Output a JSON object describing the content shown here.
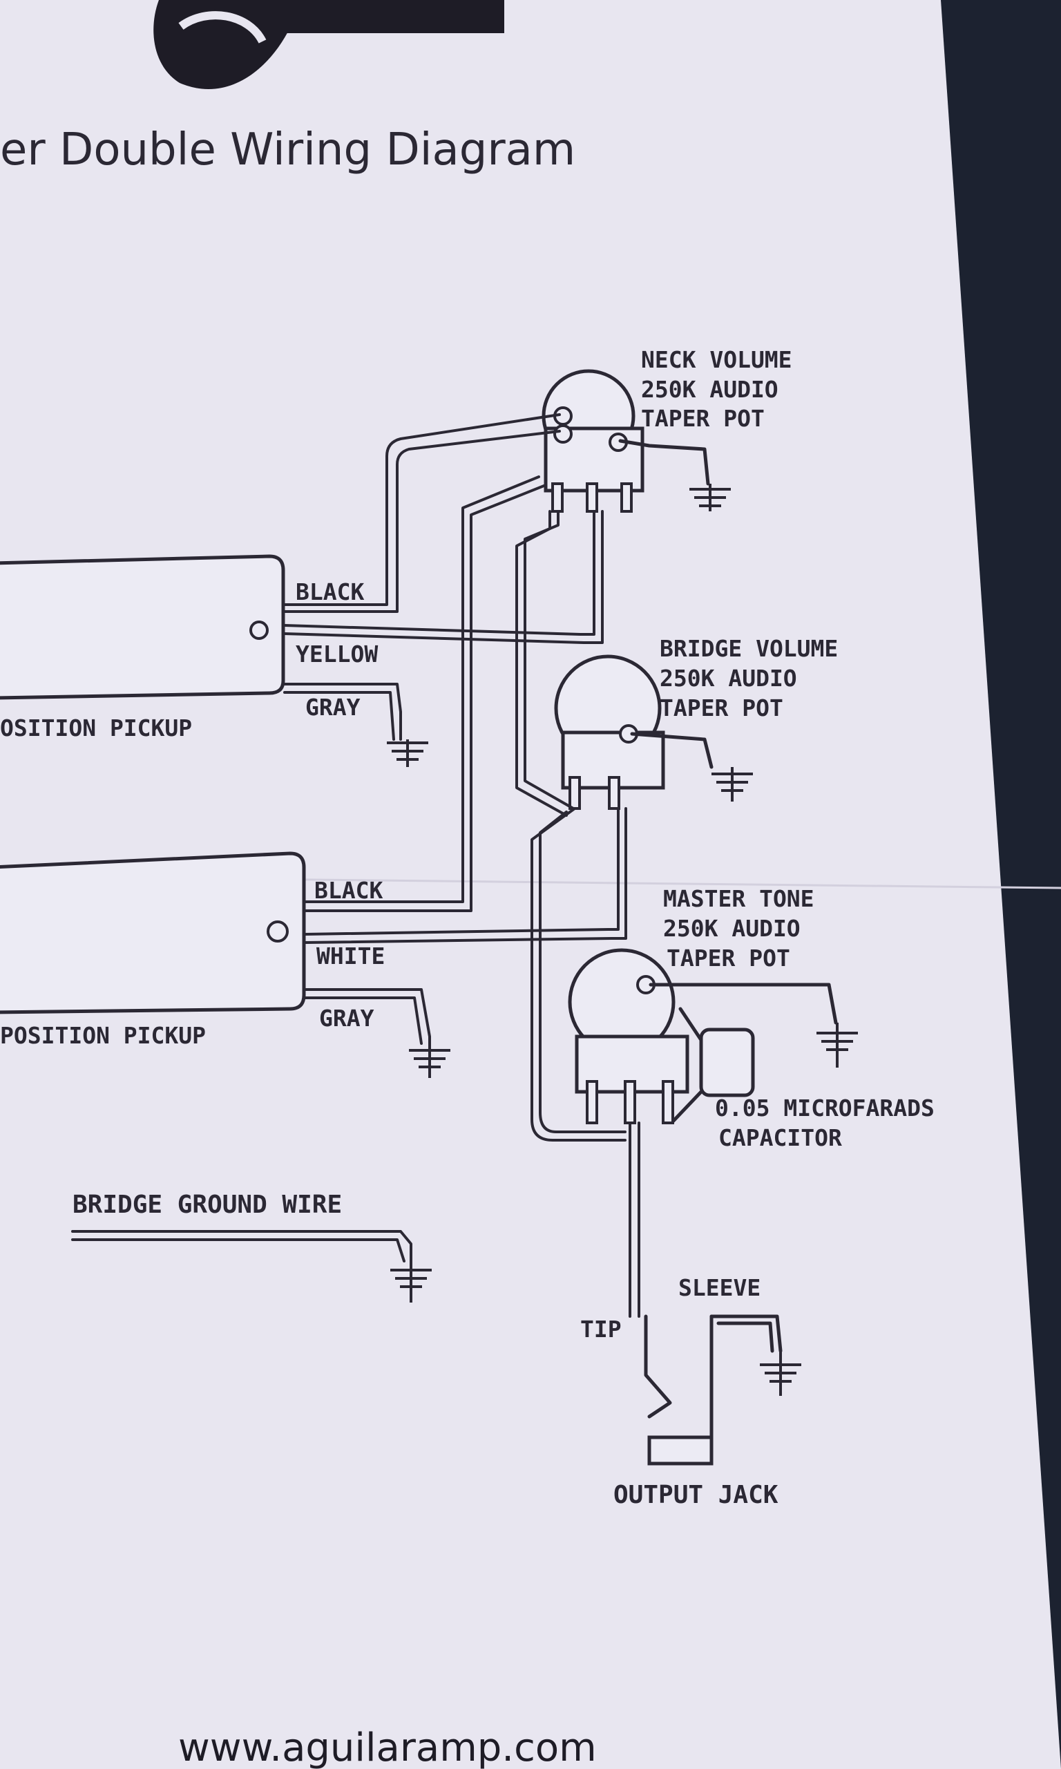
{
  "title": "er Double Wiring Diagram",
  "neck_pot": {
    "line1": "NECK VOLUME",
    "line2": "250K AUDIO",
    "line3": "TAPER POT"
  },
  "bridge_pot": {
    "line1": "BRIDGE VOLUME",
    "line2": "250K AUDIO",
    "line3": "TAPER POT"
  },
  "tone_pot": {
    "line1": "MASTER TONE",
    "line2": "250K AUDIO",
    "line3": "TAPER POT"
  },
  "neck_pickup": {
    "label": "OSITION PICKUP",
    "wires": [
      "BLACK",
      "YELLOW",
      "GRAY"
    ]
  },
  "bridge_pickup": {
    "label": "POSITION PICKUP",
    "wires": [
      "BLACK",
      "WHITE",
      "GRAY"
    ]
  },
  "capacitor": {
    "line1": "0.05 MICROFARADS",
    "line2": "CAPACITOR"
  },
  "bridge_ground": "BRIDGE GROUND WIRE",
  "jack": {
    "tip": "TIP",
    "sleeve": "SLEEVE",
    "label": "OUTPUT JACK"
  },
  "url": "www.aguilaramp.com"
}
